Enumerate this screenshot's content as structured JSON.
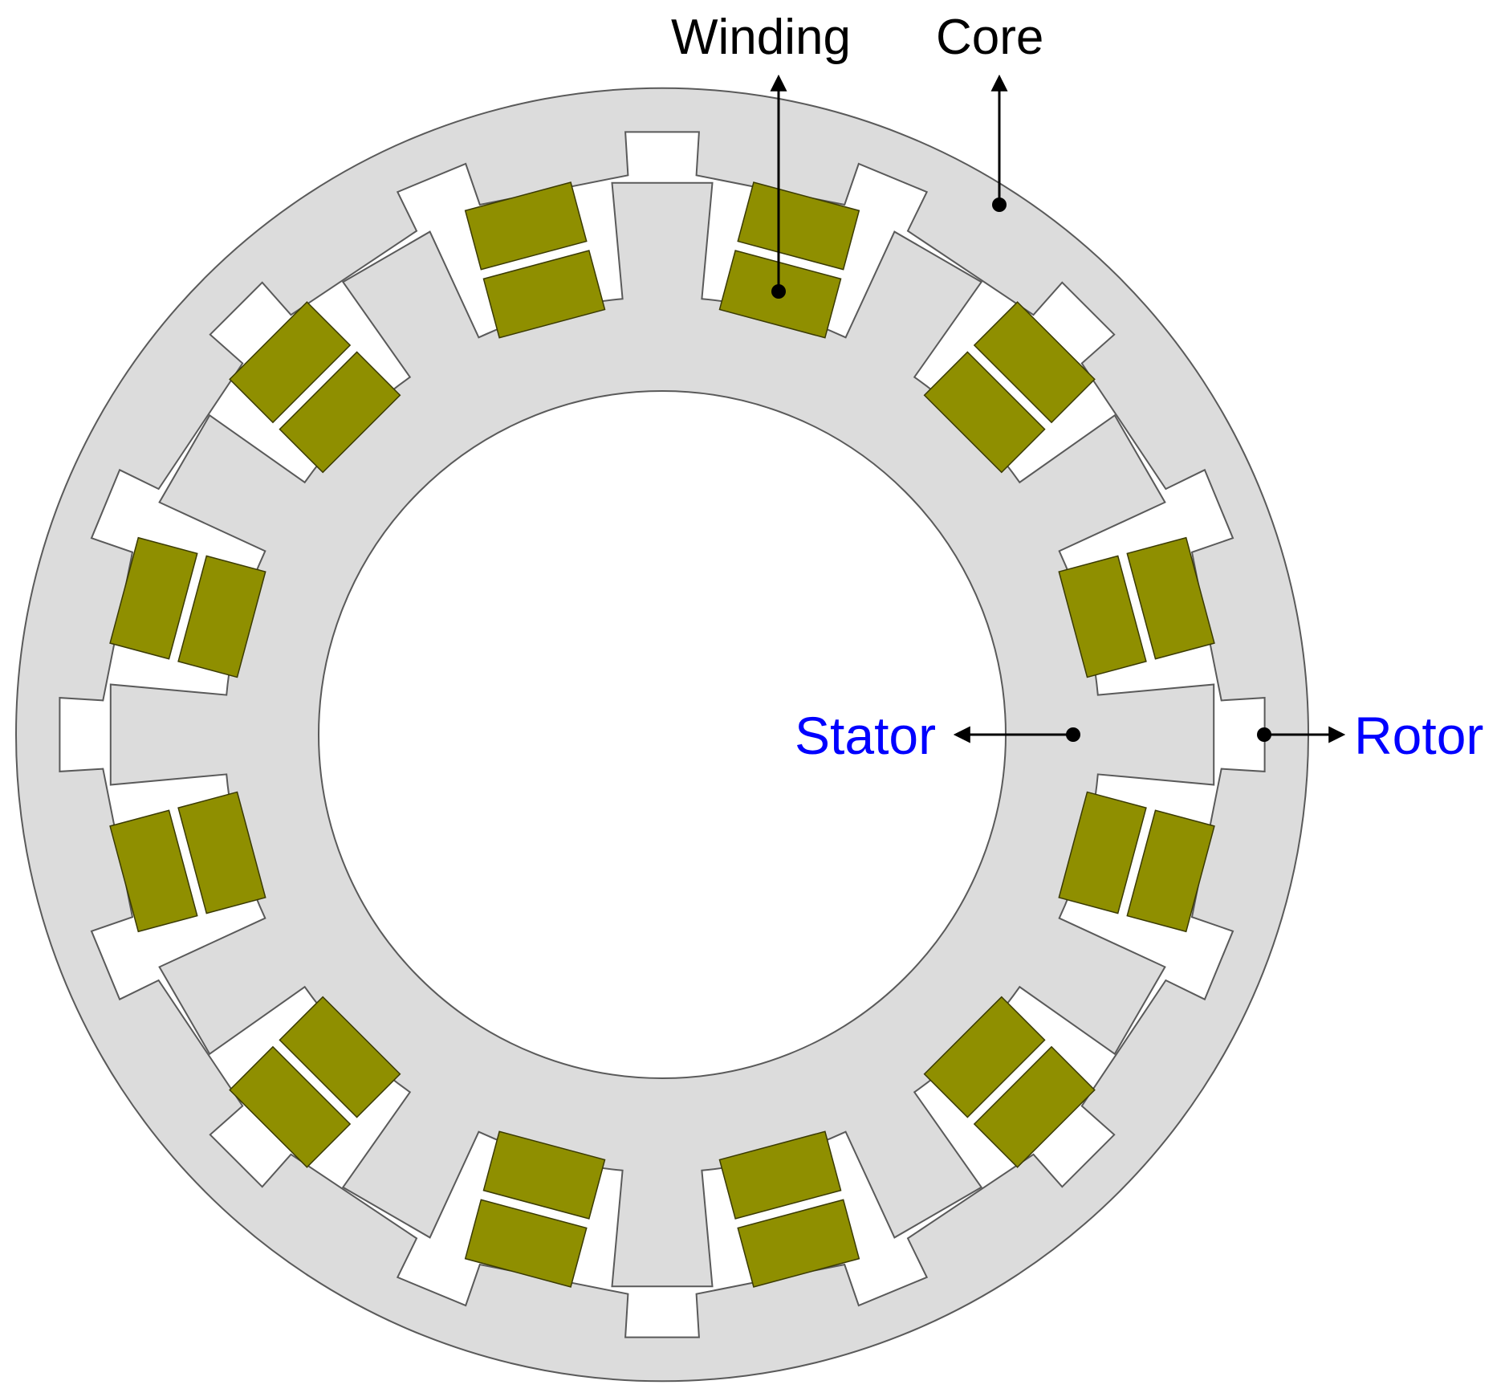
{
  "labels": {
    "winding": "Winding",
    "core": "Core",
    "stator": "Stator",
    "rotor": "Rotor"
  },
  "counts": {
    "teeth": 12,
    "rotor_slots": 16,
    "coils_per_slot": 2
  },
  "colors": {
    "steel": "#dcdcdc",
    "outline": "#5a5a5a",
    "winding": "#8f8f00",
    "winding_edge": "#3a3a00",
    "background": "#ffffff",
    "label_black": "#000000",
    "label_blue": "#0000ff",
    "arrow": "#000000"
  }
}
